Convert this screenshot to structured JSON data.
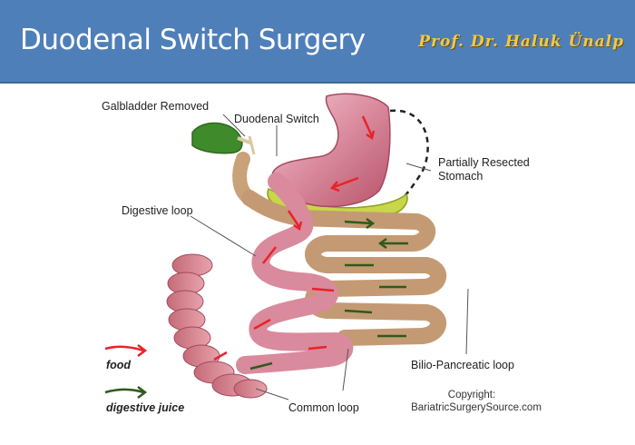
{
  "header": {
    "title": "Duodenal Switch Surgery",
    "author": "Prof. Dr. Haluk Ünalp",
    "background_color": "#4f7fb8",
    "author_color": "#f1c84b"
  },
  "labels": {
    "gallbladder": "Galbladder Removed",
    "duodenal_switch": "Duodenal Switch",
    "stomach_line1": "Partially Resected",
    "stomach_line2": "Stomach",
    "digestive_loop": "Digestive loop",
    "bilio_loop": "Bilio-Pancreatic loop",
    "common_loop": "Common loop"
  },
  "legend": {
    "food": "food",
    "digestive_juice": "digestive juice",
    "food_color": "#e8232a",
    "juice_color": "#2f5a1c"
  },
  "copyright": {
    "line1": "Copyright:",
    "line2": "BariatricSurgerySource.com"
  }
}
